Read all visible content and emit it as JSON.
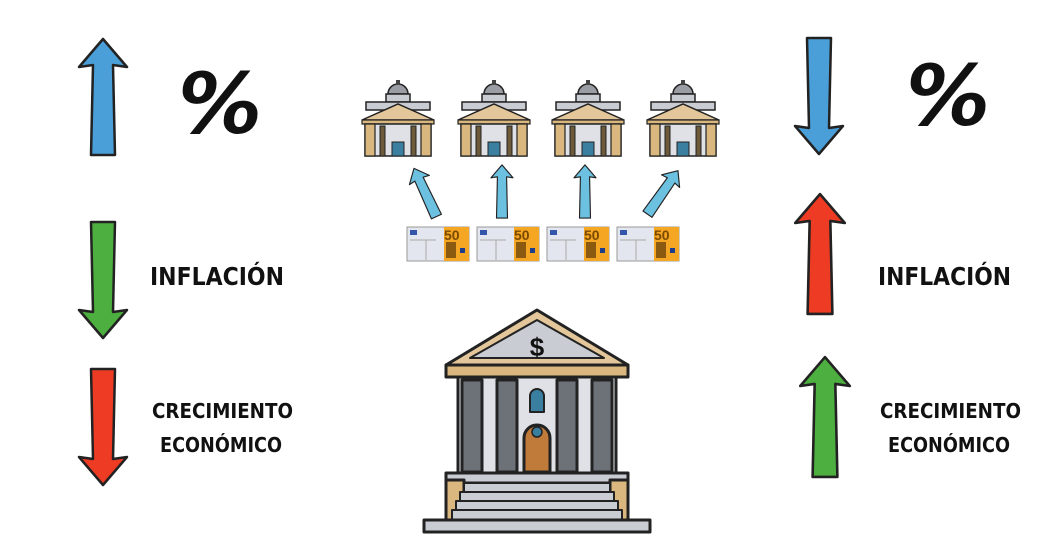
{
  "left": {
    "interest_symbol": "%",
    "interest_direction": "up",
    "inflation_label": "INFLACIÓN",
    "inflation_direction": "down",
    "growth_label_line1": "CRECIMIENTO",
    "growth_label_line2": "ECONÓMICO",
    "growth_direction": "down"
  },
  "right": {
    "interest_symbol": "%",
    "interest_direction": "down",
    "inflation_label": "INFLACIÓN",
    "inflation_direction": "up",
    "growth_label_line1": "CRECIMIENTO",
    "growth_label_line2": "ECONÓMICO",
    "growth_direction": "up"
  },
  "central_bank": {
    "symbol": "$"
  },
  "banknotes": [
    {
      "value": "50"
    },
    {
      "value": "50"
    },
    {
      "value": "50"
    },
    {
      "value": "50"
    }
  ],
  "colors": {
    "blue": "#4a9fd8",
    "green": "#4caf3f",
    "red": "#ee3b24",
    "light_blue": "#6cc0e0",
    "note_orange": "#f5a623"
  }
}
